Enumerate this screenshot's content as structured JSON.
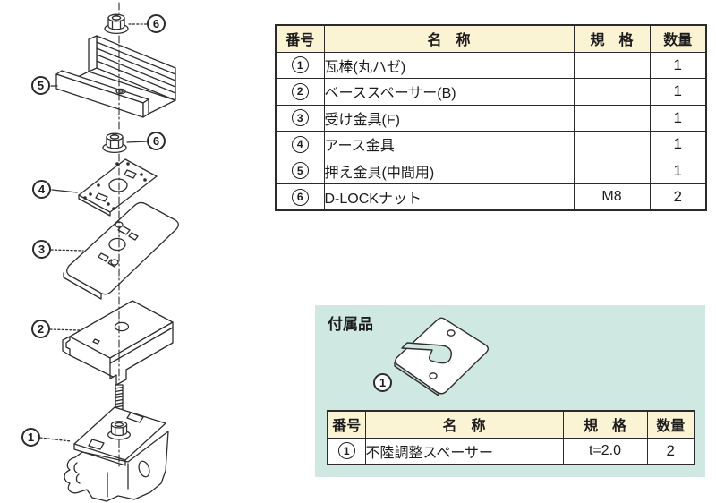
{
  "colors": {
    "header_bg": "#faf3d4",
    "accessory_bg": "#cfe8e1",
    "line": "#2b2b2b"
  },
  "diagram": {
    "callouts": [
      {
        "id": "callout-6-top",
        "num": "6"
      },
      {
        "id": "callout-5",
        "num": "5"
      },
      {
        "id": "callout-6-mid",
        "num": "6"
      },
      {
        "id": "callout-4",
        "num": "4"
      },
      {
        "id": "callout-3",
        "num": "3"
      },
      {
        "id": "callout-2",
        "num": "2"
      },
      {
        "id": "callout-1",
        "num": "1"
      }
    ]
  },
  "main_table": {
    "headers": {
      "num": "番号",
      "name": "名　称",
      "spec": "規　格",
      "qty": "数量"
    },
    "rows": [
      {
        "num": "1",
        "name": "瓦棒(丸ハゼ)",
        "spec": "",
        "qty": "1"
      },
      {
        "num": "2",
        "name": "ベーススペーサー(B)",
        "spec": "",
        "qty": "1"
      },
      {
        "num": "3",
        "name": "受け金具(F)",
        "spec": "",
        "qty": "1"
      },
      {
        "num": "4",
        "name": "アース金具",
        "spec": "",
        "qty": "1"
      },
      {
        "num": "5",
        "name": "押え金具(中間用)",
        "spec": "",
        "qty": "1"
      },
      {
        "num": "6",
        "name": "D-LOCKナット",
        "spec": "M8",
        "qty": "2"
      }
    ]
  },
  "accessory": {
    "title": "付属品",
    "callout_num": "1",
    "table": {
      "headers": {
        "num": "番号",
        "name": "名　称",
        "spec": "規　格",
        "qty": "数量"
      },
      "rows": [
        {
          "num": "1",
          "name": "不陸調整スペーサー",
          "spec": "t=2.0",
          "qty": "2"
        }
      ]
    }
  }
}
